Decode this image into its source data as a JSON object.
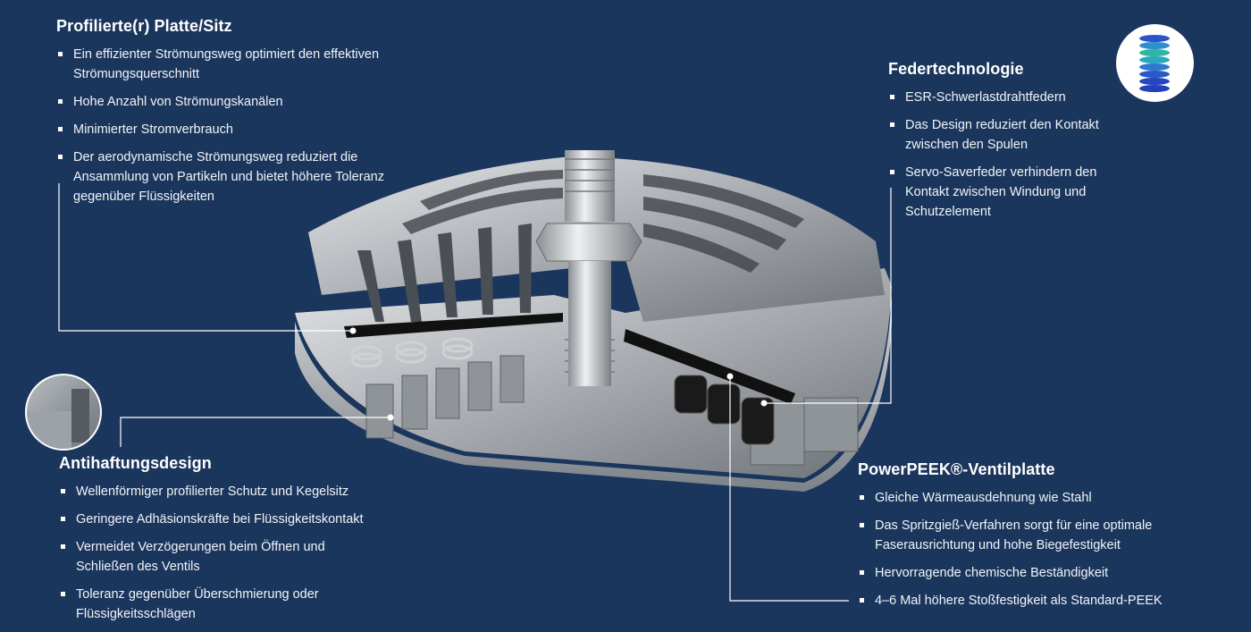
{
  "sections": {
    "plate_seat": {
      "title": "Profilierte(r) Platte/Sitz",
      "bullets": [
        "Ein effizienter Strömungsweg optimiert den effektiven Strömungsquerschnitt",
        "Hohe Anzahl von Strömungskanälen",
        "Minimierter Stromverbrauch",
        "Der aerodynamische Strömungsweg reduziert die Ansammlung von Partikeln und bietet höhere Toleranz gegenüber Flüssigkeiten"
      ]
    },
    "spring": {
      "title": "Federtechnologie",
      "bullets": [
        "ESR-Schwerlastdrahtfedern",
        "Das Design reduziert den Kontakt zwischen den Spulen",
        "Servo-Saverfeder verhindern den Kontakt zwischen Windung und Schutzelement"
      ]
    },
    "antistick": {
      "title": "Antihaftungsdesign",
      "bullets": [
        "Wellenförmiger profilierter Schutz und Kegelsitz",
        "Geringere Adhäsionskräfte bei Flüssigkeitskontakt",
        "Vermeidet Verzögerungen beim Öffnen und Schließen des Ventils",
        "Toleranz gegenüber Überschmierung oder Flüssigkeitsschlägen"
      ]
    },
    "powerpeek": {
      "title": "PowerPEEK®-Ventilplatte",
      "bullets": [
        "Gleiche Wärmeausdehnung wie Stahl",
        "Das Spritzgieß-Verfahren sorgt für eine optimale Faserausrichtung und hohe Biegefestigkeit",
        "Hervorragende chemische Beständigkeit",
        "4–6 Mal höhere Stoßfestigkeit als Standard-PEEK"
      ]
    }
  },
  "colors": {
    "background": "#1b365d",
    "text": "#ffffff",
    "metal": "#b9bcc0"
  },
  "icons": [
    "spring-thumbnail-icon",
    "surface-thumbnail-icon",
    "valve-cutaway-illustration"
  ]
}
